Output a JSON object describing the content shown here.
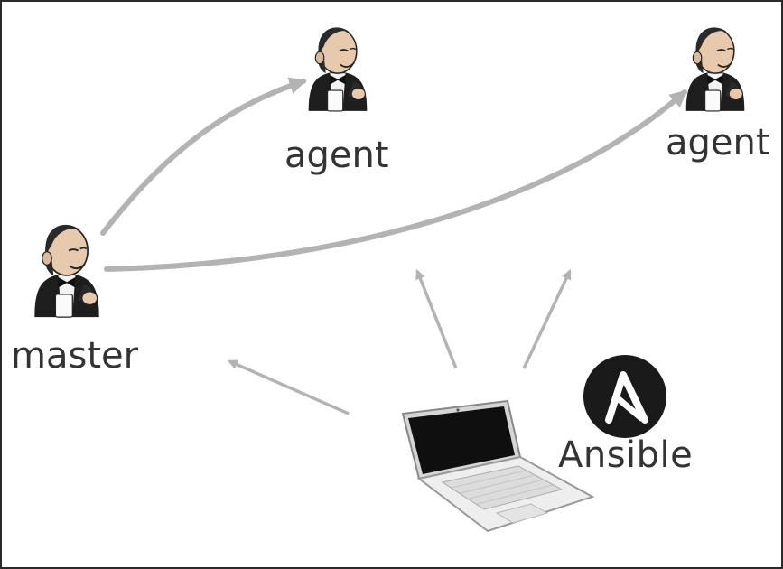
{
  "nodes": {
    "master": {
      "label": "master"
    },
    "agent_1": {
      "label": "agent"
    },
    "agent_2": {
      "label": "agent"
    }
  },
  "tool": {
    "label": "Ansible"
  },
  "colors": {
    "arrow": "#b3b3b3",
    "text": "#333333",
    "ansible_logo": "#1a1a1a",
    "border": "#2a2a2a"
  }
}
